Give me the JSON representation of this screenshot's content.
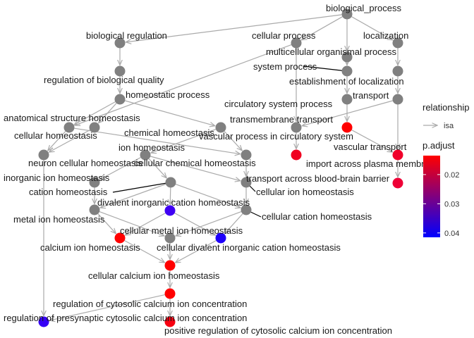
{
  "nodes": [
    {
      "id": "biological_process",
      "label": "biological_process",
      "color": "#808080"
    },
    {
      "id": "biological_regulation",
      "label": "biological regulation",
      "color": "#808080"
    },
    {
      "id": "cellular_process",
      "label": "cellular process",
      "color": "#808080"
    },
    {
      "id": "localization",
      "label": "localization",
      "color": "#808080"
    },
    {
      "id": "multicellular_organismal_process",
      "label": "multicellular organismal process",
      "color": "#808080"
    },
    {
      "id": "system_process",
      "label": "system process",
      "color": "#808080"
    },
    {
      "id": "regulation_of_biological_quality",
      "label": "regulation of biological quality",
      "color": "#808080"
    },
    {
      "id": "establishment_of_localization",
      "label": "establishment of localization",
      "color": "#808080"
    },
    {
      "id": "homeostatic_process",
      "label": "homeostatic process",
      "color": "#808080"
    },
    {
      "id": "transport",
      "label": "transport",
      "color": "#808080"
    },
    {
      "id": "circulatory_system_process",
      "label": "circulatory system process",
      "color": "#808080"
    },
    {
      "id": "anatomical_structure_homeostasis",
      "label": "anatomical structure homeostasis",
      "color": "#808080"
    },
    {
      "id": "transmembrane_transport",
      "label": "transmembrane transport",
      "color": "#808080"
    },
    {
      "id": "cellular_homeostasis",
      "label": "cellular homeostasis",
      "color": "#808080"
    },
    {
      "id": "chemical_homeostasis",
      "label": "chemical homeostasis",
      "color": "#808080"
    },
    {
      "id": "vascular_process_in_circulatory_system",
      "label": "vascular process in circulatory system",
      "color": "#ff0000"
    },
    {
      "id": "vascular_transport",
      "label": "vascular transport",
      "color": "#f0002a"
    },
    {
      "id": "ion_homeostasis",
      "label": "ion homeostasis",
      "color": "#808080"
    },
    {
      "id": "import_across_plasma_membrane",
      "label": "import across plasma membrane",
      "color": "#f00020"
    },
    {
      "id": "neuron_cellular_homeostasis",
      "label": "neuron cellular homeostasis",
      "color": "#808080"
    },
    {
      "id": "cellular_chemical_homeostasis",
      "label": "cellular chemical homeostasis",
      "color": "#808080"
    },
    {
      "id": "transport_across_blood_brain_barrier",
      "label": "transport across blood-brain barrier",
      "color": "#ee0036"
    },
    {
      "id": "inorganic_ion_homeostasis",
      "label": "inorganic ion homeostasis",
      "color": "#808080"
    },
    {
      "id": "cation_homeostasis",
      "label": "cation homeostasis",
      "color": "#808080"
    },
    {
      "id": "cellular_ion_homeostasis",
      "label": "cellular ion homeostasis",
      "color": "#808080"
    },
    {
      "id": "divalent_inorganic_cation_homeostasis",
      "label": "divalent inorganic cation homeostasis",
      "color": "#3f00f3"
    },
    {
      "id": "metal_ion_homeostasis",
      "label": "metal ion homeostasis",
      "color": "#808080"
    },
    {
      "id": "cellular_cation_homeostasis",
      "label": "cellular cation homeostasis",
      "color": "#808080"
    },
    {
      "id": "cellular_metal_ion_homeostasis",
      "label": "cellular metal ion homeostasis",
      "color": "#808080"
    },
    {
      "id": "calcium_ion_homeostasis",
      "label": "calcium ion homeostasis",
      "color": "#ff0000"
    },
    {
      "id": "cellular_divalent_inorganic_cation_homeostasis",
      "label": "cellular divalent inorganic cation homeostasis",
      "color": "#1e00fa"
    },
    {
      "id": "cellular_calcium_ion_homeostasis",
      "label": "cellular calcium ion homeostasis",
      "color": "#ff0000"
    },
    {
      "id": "regulation_of_cytosolic_calcium_ion_concentration",
      "label": "regulation of cytosolic calcium ion concentration",
      "color": "#ff0000"
    },
    {
      "id": "regulation_of_presynaptic_cytosolic_calcium_ion_concentration",
      "label": "regulation of presynaptic cytosolic calcium ion concentration",
      "color": "#3500f5"
    },
    {
      "id": "positive_regulation_of_cytosolic_calcium_ion_concentration",
      "label": "positive regulation of cytosolic calcium ion concentration",
      "color": "#f80010"
    }
  ],
  "edges": [
    [
      "biological_process",
      "biological_regulation"
    ],
    [
      "biological_process",
      "cellular_process"
    ],
    [
      "biological_process",
      "localization"
    ],
    [
      "biological_process",
      "multicellular_organismal_process"
    ],
    [
      "biological_regulation",
      "regulation_of_biological_quality"
    ],
    [
      "multicellular_organismal_process",
      "system_process"
    ],
    [
      "localization",
      "establishment_of_localization"
    ],
    [
      "regulation_of_biological_quality",
      "homeostatic_process"
    ],
    [
      "establishment_of_localization",
      "transport"
    ],
    [
      "system_process",
      "circulatory_system_process"
    ],
    [
      "cellular_process",
      "cellular_homeostasis"
    ],
    [
      "cellular_process",
      "transmembrane_transport"
    ],
    [
      "homeostatic_process",
      "anatomical_structure_homeostasis"
    ],
    [
      "homeostatic_process",
      "cellular_homeostasis"
    ],
    [
      "homeostatic_process",
      "chemical_homeostasis"
    ],
    [
      "transport",
      "transmembrane_transport"
    ],
    [
      "transport",
      "vascular_transport"
    ],
    [
      "circulatory_system_process",
      "vascular_process_in_circulatory_system"
    ],
    [
      "anatomical_structure_homeostasis",
      "neuron_cellular_homeostasis"
    ],
    [
      "cellular_homeostasis",
      "neuron_cellular_homeostasis"
    ],
    [
      "cellular_homeostasis",
      "cellular_chemical_homeostasis"
    ],
    [
      "chemical_homeostasis",
      "ion_homeostasis"
    ],
    [
      "chemical_homeostasis",
      "cellular_chemical_homeostasis"
    ],
    [
      "transmembrane_transport",
      "import_across_plasma_membrane"
    ],
    [
      "vascular_process_in_circulatory_system",
      "vascular_transport"
    ],
    [
      "vascular_transport",
      "transport_across_blood_brain_barrier"
    ],
    [
      "ion_homeostasis",
      "inorganic_ion_homeostasis"
    ],
    [
      "ion_homeostasis",
      "cation_homeostasis"
    ],
    [
      "ion_homeostasis",
      "cellular_ion_homeostasis"
    ],
    [
      "cellular_chemical_homeostasis",
      "cellular_ion_homeostasis"
    ],
    [
      "inorganic_ion_homeostasis",
      "metal_ion_homeostasis"
    ],
    [
      "cation_homeostasis",
      "metal_ion_homeostasis"
    ],
    [
      "cation_homeostasis",
      "divalent_inorganic_cation_homeostasis"
    ],
    [
      "cation_homeostasis",
      "cellular_cation_homeostasis"
    ],
    [
      "cellular_ion_homeostasis",
      "cellular_cation_homeostasis"
    ],
    [
      "metal_ion_homeostasis",
      "calcium_ion_homeostasis"
    ],
    [
      "metal_ion_homeostasis",
      "cellular_metal_ion_homeostasis"
    ],
    [
      "divalent_inorganic_cation_homeostasis",
      "calcium_ion_homeostasis"
    ],
    [
      "divalent_inorganic_cation_homeostasis",
      "cellular_divalent_inorganic_cation_homeostasis"
    ],
    [
      "cellular_cation_homeostasis",
      "cellular_metal_ion_homeostasis"
    ],
    [
      "cellular_cation_homeostasis",
      "cellular_divalent_inorganic_cation_homeostasis"
    ],
    [
      "calcium_ion_homeostasis",
      "cellular_calcium_ion_homeostasis"
    ],
    [
      "cellular_metal_ion_homeostasis",
      "cellular_calcium_ion_homeostasis"
    ],
    [
      "cellular_divalent_inorganic_cation_homeostasis",
      "cellular_calcium_ion_homeostasis"
    ],
    [
      "cellular_calcium_ion_homeostasis",
      "regulation_of_cytosolic_calcium_ion_concentration"
    ],
    [
      "neuron_cellular_homeostasis",
      "regulation_of_presynaptic_cytosolic_calcium_ion_concentration"
    ],
    [
      "regulation_of_cytosolic_calcium_ion_concentration",
      "regulation_of_presynaptic_cytosolic_calcium_ion_concentration"
    ],
    [
      "regulation_of_cytosolic_calcium_ion_concentration",
      "positive_regulation_of_cytosolic_calcium_ion_concentration"
    ]
  ],
  "legend": {
    "relationship_title": "relationship",
    "relationship_item": "isa",
    "padjust_title": "p.adjust",
    "padjust_ticks": [
      "0.02",
      "0.03",
      "0.04"
    ],
    "padjust_tick_values": [
      0.02,
      0.03,
      0.04
    ],
    "padjust_min": 0.0135,
    "padjust_max": 0.0415,
    "color_low_value": "#ff0000",
    "color_high_value": "#0000ff"
  },
  "colors": {
    "edge": "#aaaaaa",
    "neutral_node": "#808080",
    "leader_line": "#000000"
  }
}
